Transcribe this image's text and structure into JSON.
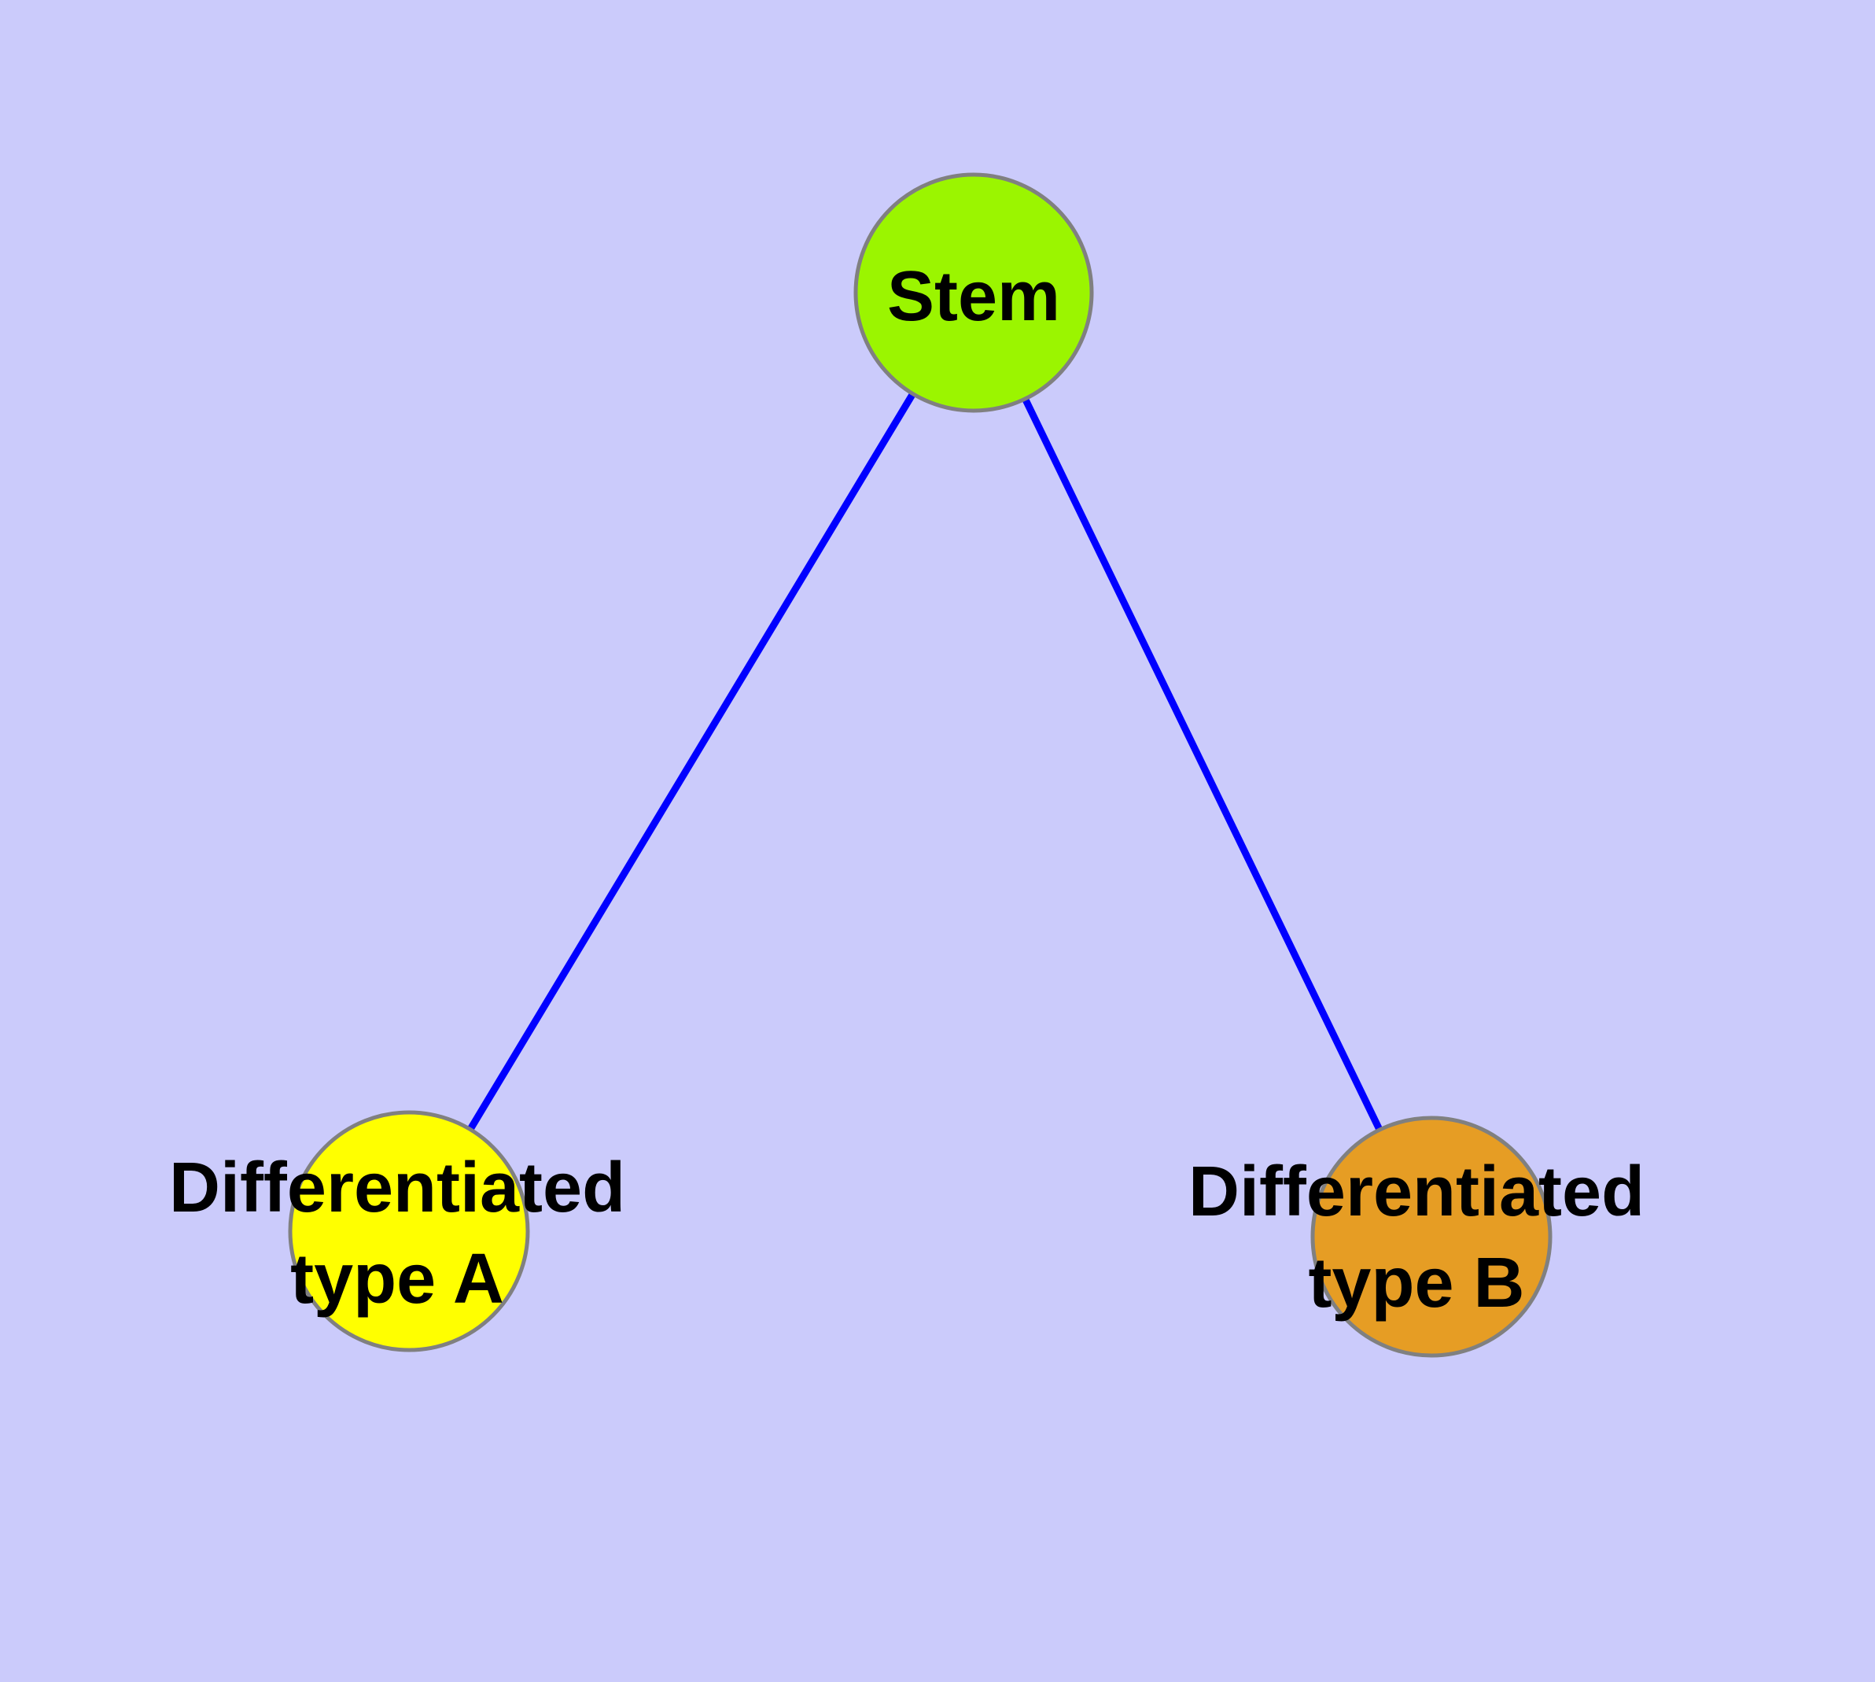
{
  "diagram": {
    "type": "graph",
    "description": "Cell differentiation hierarchy: one stem node linked to two differentiated cell-type nodes"
  },
  "colors": {
    "background": "#cbcbfb",
    "edge": "#0000ff",
    "node_border": "#808080",
    "label": "#000000"
  },
  "nodes": [
    {
      "id": "stem",
      "label": "Stem",
      "fill": "#9bf500"
    },
    {
      "id": "type-a",
      "label": "Differentiated\ntype A",
      "fill": "#ffff00"
    },
    {
      "id": "type-b",
      "label": "Differentiated\ntype B",
      "fill": "#e69d24"
    }
  ],
  "edges": [
    {
      "from": "Stem",
      "to": "Differentiated type A"
    },
    {
      "from": "Stem",
      "to": "Differentiated type B"
    }
  ]
}
